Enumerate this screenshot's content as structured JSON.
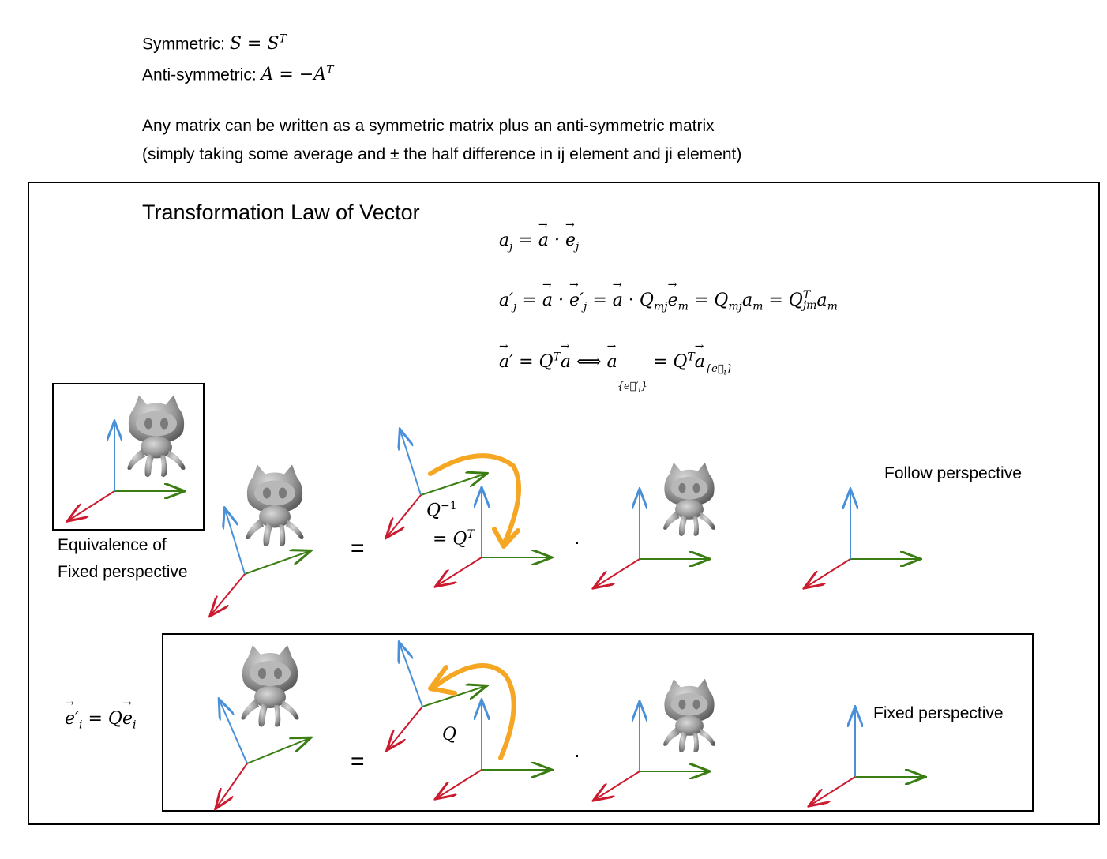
{
  "header": {
    "symmetric_label": "Symmetric:",
    "symmetric_math": "S = S",
    "symmetric_sup": "T",
    "antisym_label": "Anti-symmetric:",
    "antisym_math": "A = −A",
    "antisym_sup": "T",
    "note_line1": "Any matrix can be written as a symmetric matrix plus an anti-symmetric matrix",
    "note_line2": "(simply taking some average and ± the half difference in ij element and ji element)"
  },
  "panel": {
    "title": "Transformation Law of Vector",
    "eq1": "a_j = a⃗ · e⃗_j",
    "eq2": "a′_j = a⃗ · e⃗′_j = a⃗ · Q_mj e⃗_m = Q_mj a_m = Q^T_jm a_m",
    "eq3": "a⃗′ = Q^T a⃗ ⟺ a⃗_{e⃗′_i} = Q^T a⃗_{e⃗_i}"
  },
  "top_row": {
    "inset_caption_line1": "Equivalence of",
    "inset_caption_line2": "Fixed perspective",
    "equals": "=",
    "rotation_label_1": "Q",
    "rotation_sup_1": "−1",
    "rotation_label_2": "= Q",
    "rotation_sup_2": "T",
    "dot": "·",
    "caption": "Follow perspective"
  },
  "bottom_row": {
    "basis_eq": "e⃗′_i = Qe⃗_i",
    "equals": "=",
    "rotation_label": "Q",
    "dot": "·",
    "caption": "Fixed perspective"
  },
  "colors": {
    "axis_x": "#3a7d12",
    "axis_y": "#4a90d9",
    "axis_z": "#cc1a2e",
    "rotation_arrow": "#f5a623",
    "figure": "#9a9a9a"
  },
  "icons": [
    "octocat-figure",
    "axis-triad",
    "rotation-arrow"
  ]
}
